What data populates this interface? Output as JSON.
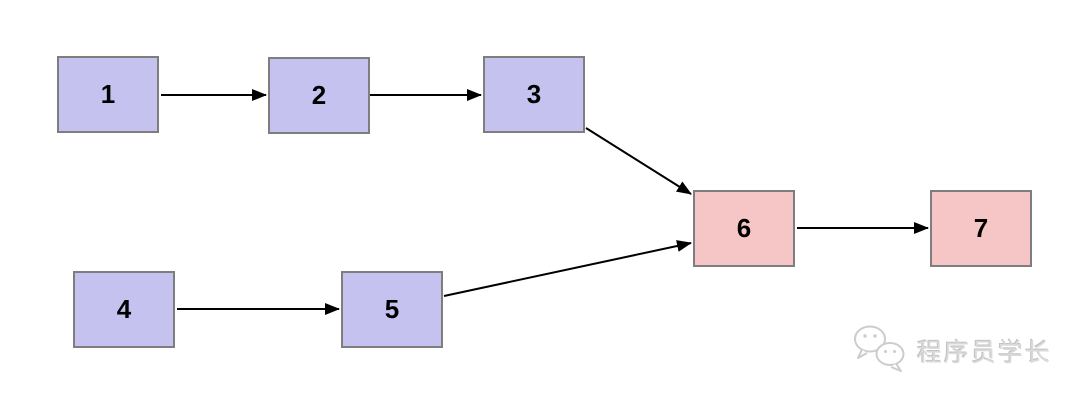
{
  "diagram": {
    "title": "",
    "nodes": [
      {
        "id": "1",
        "label": "1",
        "fill": "#c5c2f0"
      },
      {
        "id": "2",
        "label": "2",
        "fill": "#c5c2f0"
      },
      {
        "id": "3",
        "label": "3",
        "fill": "#c5c2f0"
      },
      {
        "id": "4",
        "label": "4",
        "fill": "#c5c2f0"
      },
      {
        "id": "5",
        "label": "5",
        "fill": "#c5c2f0"
      },
      {
        "id": "6",
        "label": "6",
        "fill": "#f6c5c5"
      },
      {
        "id": "7",
        "label": "7",
        "fill": "#f6c5c5"
      }
    ],
    "edges": [
      {
        "from": "1",
        "to": "2"
      },
      {
        "from": "2",
        "to": "3"
      },
      {
        "from": "3",
        "to": "6"
      },
      {
        "from": "4",
        "to": "5"
      },
      {
        "from": "5",
        "to": "6"
      },
      {
        "from": "6",
        "to": "7"
      }
    ],
    "colors": {
      "node_fill_lavender": "#c5c2f0",
      "node_fill_pink": "#f6c5c5",
      "node_border": "#7e7e7e",
      "arrow": "#000000",
      "background": "#ffffff"
    }
  },
  "watermark": {
    "icon": "wechat-icon",
    "text": "程序员学长",
    "color": "#dadada"
  }
}
